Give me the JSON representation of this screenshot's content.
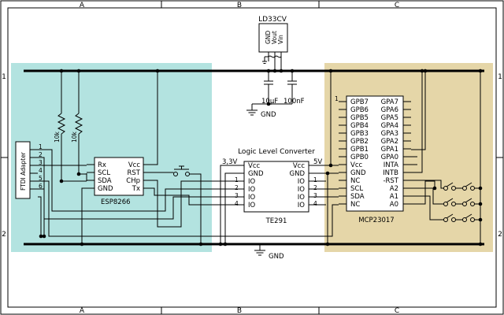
{
  "frame": {
    "col_labels": [
      "A",
      "B",
      "C"
    ],
    "row_labels": [
      "1",
      "2"
    ]
  },
  "colors": {
    "esp_zone": "#b3e3e0",
    "mcp_zone": "#e5d6a8",
    "wire": "#000000"
  },
  "regulator": {
    "name": "LD33CV",
    "pins": [
      "GND",
      "Vout",
      "Vin"
    ],
    "cap1": "10µF",
    "cap2": "100nF",
    "gnd_label": "GND"
  },
  "ftdi": {
    "name": "FTDI Adapter",
    "pins": [
      "1",
      "2",
      "3",
      "4",
      "5",
      "6"
    ]
  },
  "pullups": {
    "r1": "10k",
    "r2": "10k"
  },
  "esp": {
    "name": "ESP8266",
    "left_pins": [
      "Rx",
      "SCL",
      "SDA",
      "GND"
    ],
    "right_pins": [
      "Vcc",
      "RST",
      "CHp",
      "Tx"
    ]
  },
  "llc": {
    "title": "Logic Level Converter",
    "name": "TE291",
    "low_voltage": "3,3V",
    "high_voltage": "5V",
    "left_pins": [
      "Vcc",
      "GND",
      "IO",
      "IO",
      "IO",
      "IO"
    ],
    "right_pins": [
      "Vcc",
      "GND",
      "IO",
      "IO",
      "IO",
      "IO"
    ],
    "left_nums": [
      "1",
      "2",
      "3",
      "4"
    ],
    "right_nums": [
      "1",
      "2",
      "3",
      "4"
    ]
  },
  "mcp": {
    "name": "MCP23017",
    "pin1": "1",
    "left_pins": [
      "GPB7",
      "GPB6",
      "GPB5",
      "GPB4",
      "GPB3",
      "GPB2",
      "GPB1",
      "GPB0",
      "Vcc",
      "GND",
      "NC",
      "SCL",
      "SDA",
      "NC"
    ],
    "right_pins": [
      "GPA7",
      "GPA6",
      "GPA5",
      "GPA4",
      "GPA3",
      "GPA2",
      "GPA1",
      "GPA0",
      "INTA",
      "INTB",
      "-RST",
      "A2",
      "A1",
      "A0"
    ]
  },
  "bottom_gnd": "GND"
}
